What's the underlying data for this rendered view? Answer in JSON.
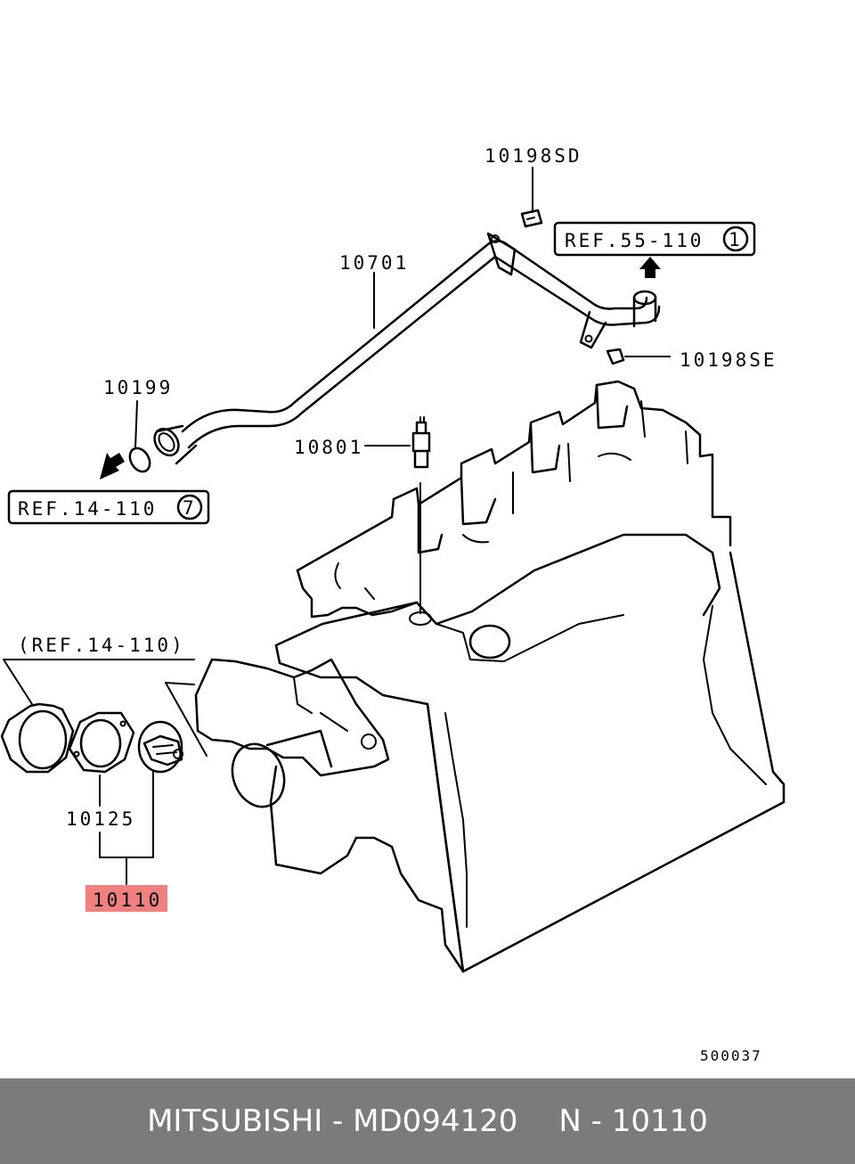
{
  "diagram": {
    "labels": {
      "p10198sd": "10198SD",
      "p10701": "10701",
      "p10198se": "10198SE",
      "p10199": "10199",
      "p10801": "10801",
      "ref_top": "(REF.14-110)",
      "p10125": "10125",
      "p10110": "10110",
      "drawing_no": "500037"
    },
    "refs": {
      "ref55": {
        "text": "REF.55-110",
        "circle": "1"
      },
      "ref14": {
        "text": "REF.14-110",
        "circle": "7"
      }
    },
    "highlight_color": "#f08080"
  },
  "footer": {
    "brand_part": "MITSUBISHI - MD094120",
    "ref_code": "N - 10110",
    "background": "#7b7b7b"
  }
}
